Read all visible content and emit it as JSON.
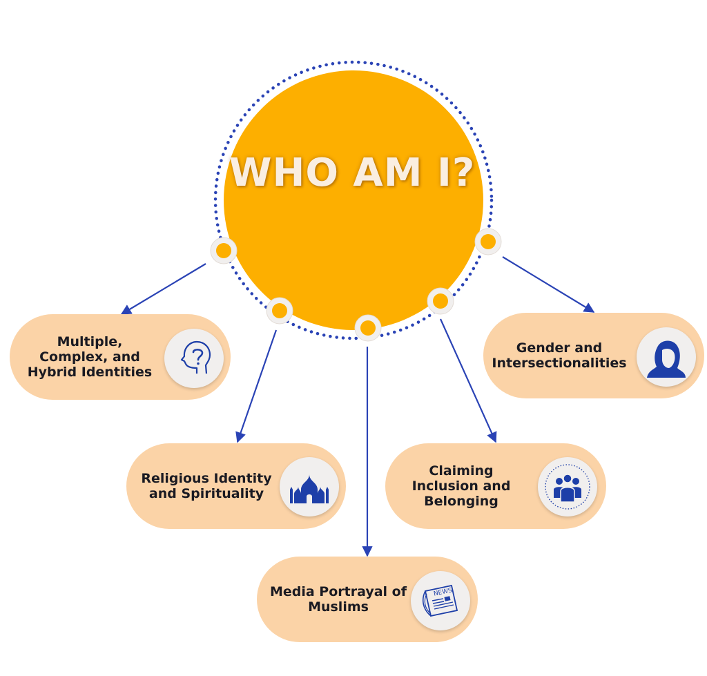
{
  "title": "WHO AM I?",
  "nodes": [
    {
      "label": "Multiple, Complex, and Hybrid Identities",
      "icon": "head-question-icon"
    },
    {
      "label": "Religious Identity and Spirituality",
      "icon": "mosque-icon"
    },
    {
      "label": "Media Portrayal of Muslims",
      "icon": "newspaper-icon"
    },
    {
      "label": "Claiming Inclusion and Belonging",
      "icon": "group-people-icon"
    },
    {
      "label": "Gender and Intersectionalities",
      "icon": "hijab-woman-icon"
    }
  ],
  "colors": {
    "circle": "#fdaf00",
    "dots": "#2a43b5",
    "pill": "#fbd3a7",
    "icon": "#1e3fa8",
    "arrow": "#2a43b5"
  }
}
